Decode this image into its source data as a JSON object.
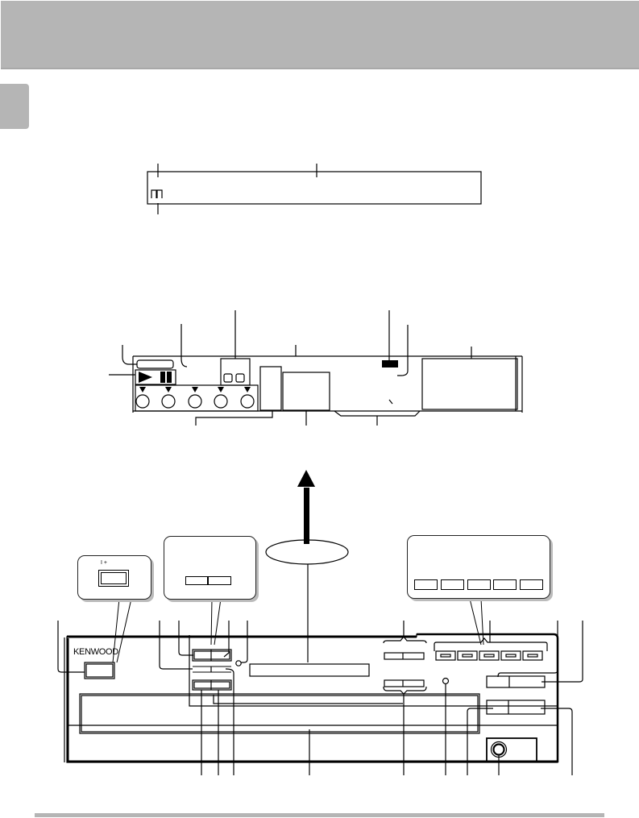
{
  "page": {
    "header_band_color": "#b5b5b5",
    "side_tab_color": "#b5b5b5",
    "footer_rule_color": "#b5b5b5"
  },
  "front_panel": {
    "brand_label": "KENWOOD",
    "power_button_symbol": "I +"
  },
  "callouts": {
    "power_callout": {
      "button_symbol": "I +"
    },
    "left_buttons_callout": {
      "button_count": 2
    },
    "display_callout": {
      "shape": "ellipse"
    },
    "preset_callout": {
      "button_count": 5
    }
  },
  "display_panel": {
    "play_pause_icons": [
      "play-icon",
      "pause-icon"
    ],
    "indicator_count": 5
  },
  "sub_display": {
    "segment_glyph": "ПП"
  },
  "icons": {
    "arrow": "up-arrow",
    "headphone_jack": "headphone-jack-icon"
  }
}
